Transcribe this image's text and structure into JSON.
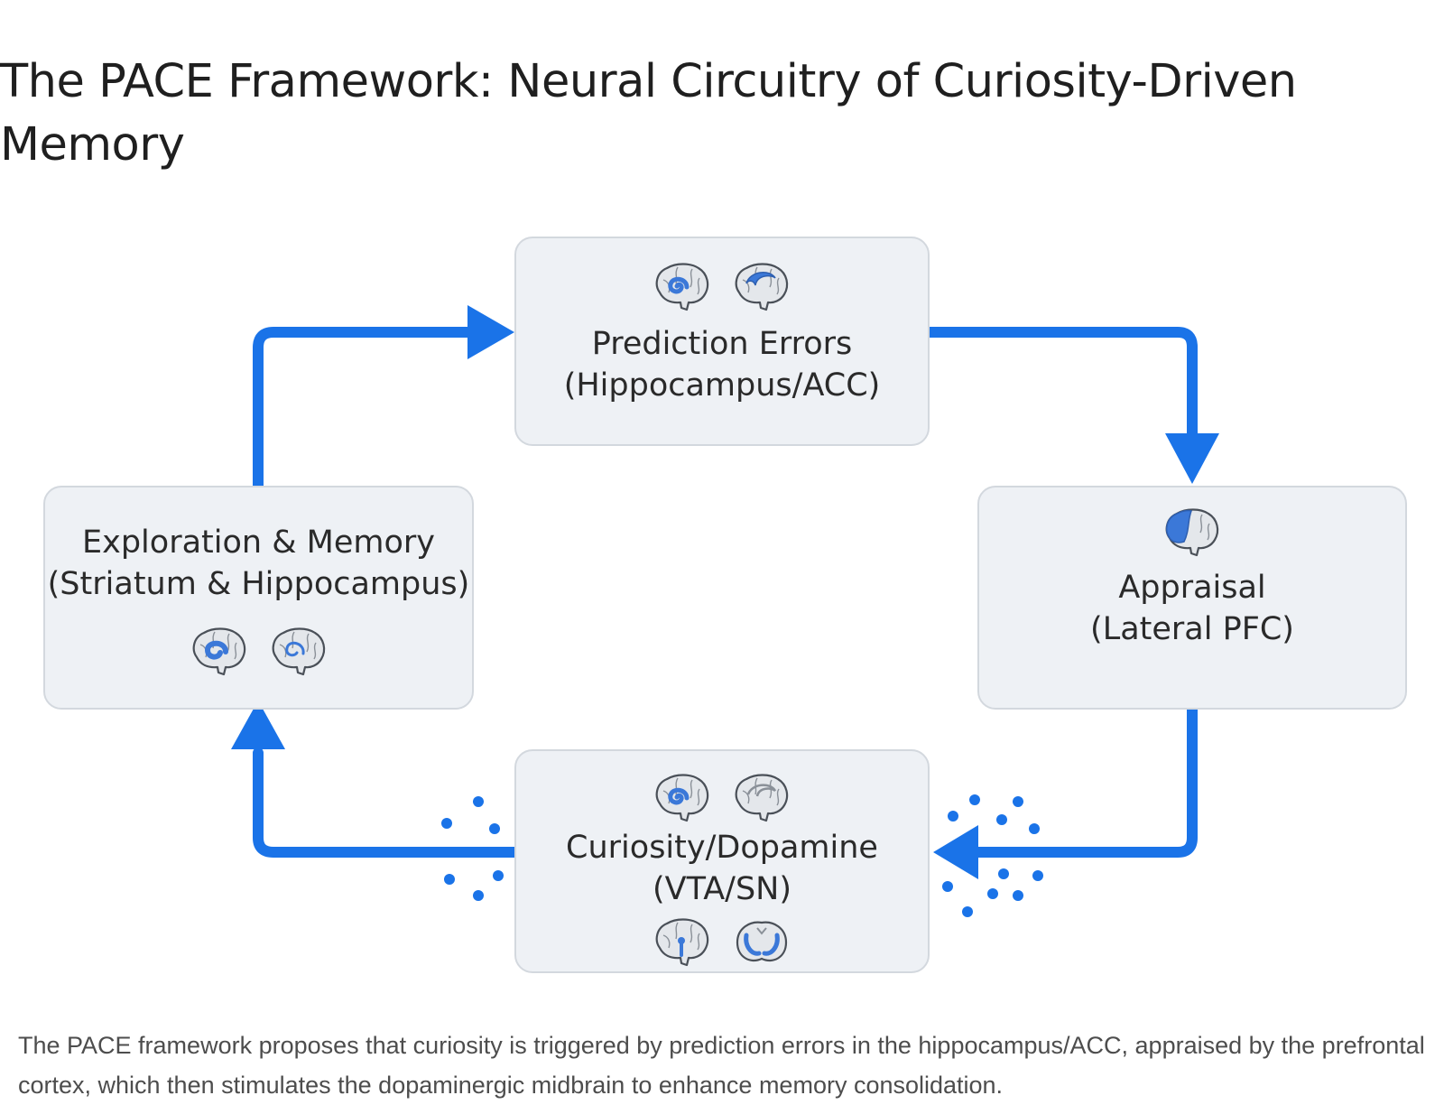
{
  "page": {
    "title": "The PACE Framework: Neural Circuitry of Curiosity-Driven Memory",
    "caption": "The PACE framework proposes that curiosity is triggered by prediction errors in the hippocampus/ACC, appraised by the prefrontal cortex, which then stimulates the dopaminergic midbrain to enhance memory consolidation."
  },
  "colors": {
    "arrow": "#1a73e8",
    "node_fill": "#eef1f5",
    "node_border": "#d3d8de",
    "brain_highlight": "#3b78d8",
    "brain_base": "#e4e7eb"
  },
  "nodes": {
    "prediction": {
      "title": "Prediction Errors",
      "subtitle": "(Hippocampus/ACC)",
      "icons": [
        "brain-hippocampus-icon",
        "brain-acc-icon"
      ]
    },
    "appraisal": {
      "title": "Appraisal",
      "subtitle": "(Lateral PFC)",
      "icons": [
        "brain-lateral-pfc-icon"
      ]
    },
    "curiosity": {
      "title": "Curiosity/Dopamine",
      "subtitle": "(VTA/SN)",
      "icons": [
        "brain-hippocampus-icon",
        "brain-sagittal-icon",
        "brain-midbrain-sagittal-icon",
        "brain-midbrain-section-icon"
      ]
    },
    "exploration": {
      "title": "Exploration & Memory",
      "subtitle": "(Striatum & Hippocampus)",
      "icons": [
        "brain-striatum-icon",
        "brain-hippocampus-icon"
      ]
    }
  },
  "flow": [
    {
      "from": "exploration",
      "to": "prediction"
    },
    {
      "from": "prediction",
      "to": "appraisal"
    },
    {
      "from": "appraisal",
      "to": "curiosity"
    },
    {
      "from": "curiosity",
      "to": "exploration"
    }
  ]
}
